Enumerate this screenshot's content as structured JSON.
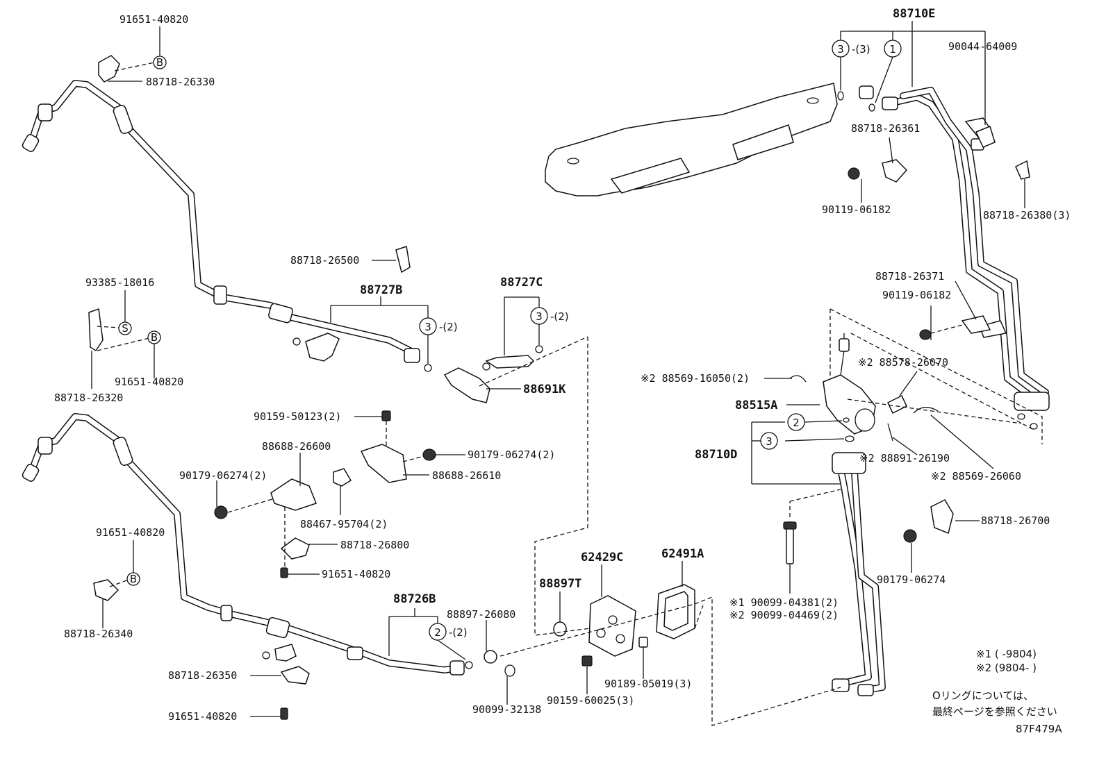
{
  "diagram": {
    "labels": {
      "p91651_40820_a": "91651-40820",
      "p88718_26330": "88718-26330",
      "p88718_26500": "88718-26500",
      "p93385_18016": "93385-18016",
      "p88727B": "88727B",
      "p88727C": "88727C",
      "p91651_40820_b": "91651-40820",
      "p88718_26320": "88718-26320",
      "p88691K": "88691K",
      "p90159_50123": "90159-50123(2)",
      "p88688_26600": "88688-26600",
      "p90179_06274_2a": "90179-06274(2)",
      "p90179_06274_2b": "90179-06274(2)",
      "p88688_26610": "88688-26610",
      "p88467_95704": "88467-95704(2)",
      "p91651_40820_c": "91651-40820",
      "p88718_26800": "88718-26800",
      "p91651_40820_d": "91651-40820",
      "p88718_26340": "88718-26340",
      "p88726B": "88726B",
      "p88897T": "88897T",
      "p62429C": "62429C",
      "p62491A": "62491A",
      "p88897_26080": "88897-26080",
      "p88718_26350": "88718-26350",
      "p91651_40820_e": "91651-40820",
      "p90099_32138": "90099-32138",
      "p90159_60025": "90159-60025(3)",
      "p90189_05019": "90189-05019(3)",
      "p88710E": "88710E",
      "p90044_64009": "90044-64009",
      "p88718_26361": "88718-26361",
      "p90119_06182_a": "90119-06182",
      "p88718_26380": "88718-26380(3)",
      "p88718_26371": "88718-26371",
      "p90119_06182_b": "90119-06182",
      "p88578_26070": "※2 88578-26070",
      "p88569_16050": "※2 88569-16050(2)",
      "p88515A": "88515A",
      "p88710D": "88710D",
      "p88891_26190": "※2 88891-26190",
      "p88569_26060": "※2 88569-26060",
      "p88718_26700": "88718-26700",
      "p90179_06274": "90179-06274",
      "p90099_04381": "※1 90099-04381(2)",
      "p90099_04469": "※2 90099-04469(2)",
      "q3_2a": "-(2)",
      "q3_2b": "-(2)",
      "q2_2": "-(2)",
      "q3_3": "-(3)",
      "c3a": "3",
      "c3b": "3",
      "c3c": "3",
      "c3d": "3",
      "c2a": "2",
      "c2b": "2",
      "c1": "1",
      "cB1": "B",
      "cB2": "B",
      "cB3": "B",
      "cS": "S"
    },
    "notes": {
      "date1": "※1 (      -9804)",
      "date2": "※2 (9804-      )",
      "jp1": "Oリングについては、",
      "jp2": "最終ページを参照ください",
      "code": "87F479A"
    }
  }
}
